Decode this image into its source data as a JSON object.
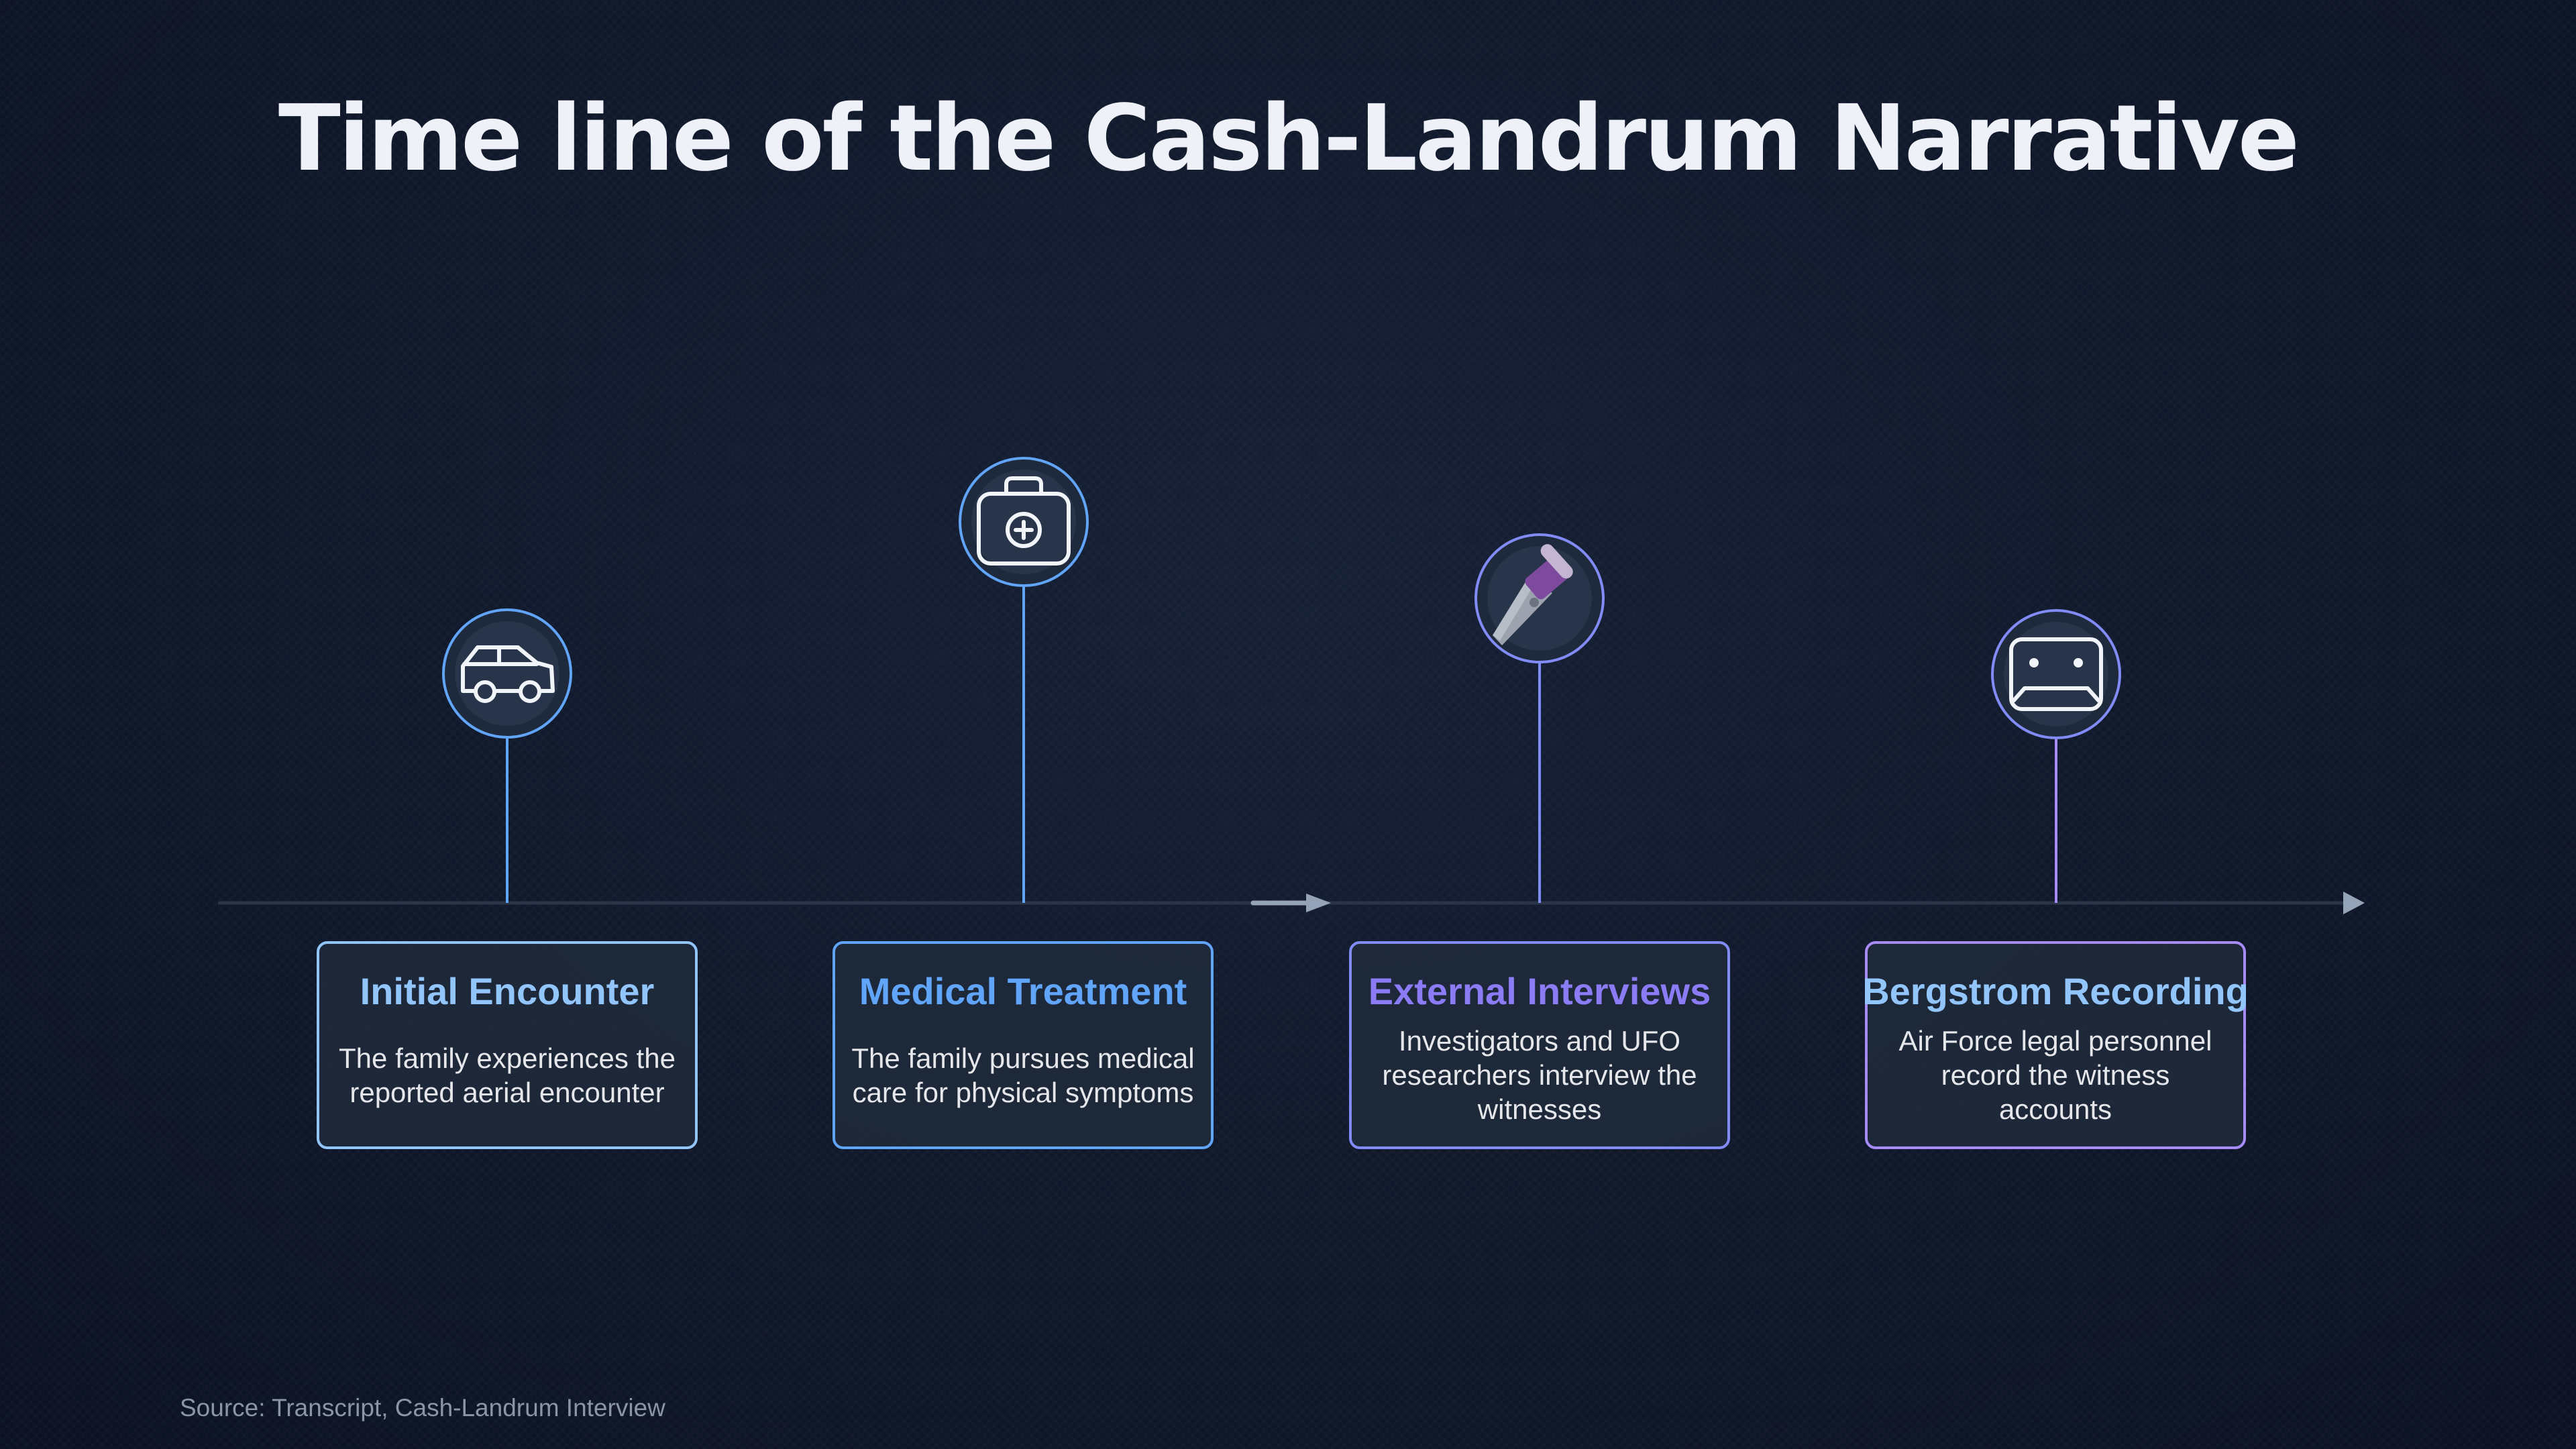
{
  "title": "Time line of the Cash-Landrum Narrative",
  "source": "Source: Transcript, Cash-Landrum Interview",
  "events": [
    {
      "title": "Initial Encounter",
      "description": "The family experiences the reported aerial encounter",
      "icon": "car-icon",
      "accent": "#93c5fd",
      "border": "#93c5fd"
    },
    {
      "title": "Medical Treatment",
      "description": "The family pursues medical care for physical symptoms",
      "icon": "medical-kit-icon",
      "accent": "#60a5fa",
      "border": "#60a5fa"
    },
    {
      "title": "External Interviews",
      "description": "Investigators and UFO researchers interview the witnesses",
      "icon": "microphone-icon",
      "accent": "#8b7cf6",
      "border": "#818cf8"
    },
    {
      "title": "Bergstrom Recording",
      "description": "Air Force legal personnel record the witness accounts",
      "icon": "recording-tape-icon",
      "accent": "#93c5fd",
      "border": "#a78bfa"
    }
  ],
  "colors": {
    "background": "#0f172a",
    "axis": "#2b3548",
    "arrow": "#94a3b8",
    "title": "#eef2f8"
  }
}
